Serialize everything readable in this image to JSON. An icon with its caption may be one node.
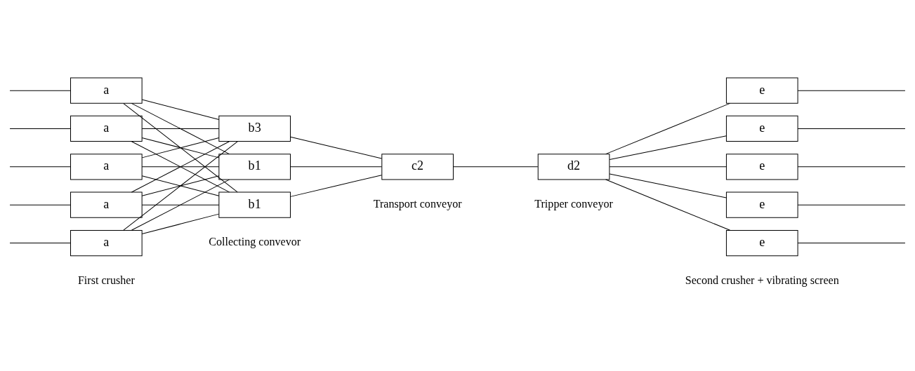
{
  "diagram": {
    "nodes": [
      {
        "text": [
          "a"
        ]
      },
      {
        "text": [
          "a"
        ]
      },
      {
        "text": [
          "a"
        ]
      },
      {
        "text": [
          "a"
        ]
      },
      {
        "text": [
          "a"
        ]
      },
      {
        "text": [
          "b1"
        ]
      },
      {
        "text": [
          "b1"
        ]
      },
      {
        "text": [
          "b3"
        ]
      },
      {
        "text": [
          "c2"
        ],
        "beside": [
          "Transport conveyor"
        ]
      },
      {
        "text": [
          "d2"
        ],
        "beside": [
          "Tripper conveyor"
        ]
      },
      {
        "text": [
          "e"
        ]
      },
      {
        "text": [
          "e"
        ]
      },
      {
        "text": [
          "e"
        ]
      },
      {
        "text": [
          "e"
        ]
      },
      {
        "text": [
          "e"
        ]
      }
    ],
    "edges": [
      {
        "from": null,
        "to": 0,
        "arrow": "none"
      },
      {
        "from": null,
        "to": 1,
        "arrow": "none"
      },
      {
        "from": null,
        "to": 2,
        "arrow": "none"
      },
      {
        "from": null,
        "to": 3,
        "arrow": "none"
      },
      {
        "from": null,
        "to": 4,
        "arrow": "none"
      },
      {
        "from": 0,
        "to": 5,
        "arrow": "none"
      },
      {
        "from": 0,
        "to": 6,
        "arrow": "none"
      },
      {
        "from": 0,
        "to": 7,
        "arrow": "none"
      },
      {
        "from": 1,
        "to": 5,
        "arrow": "none"
      },
      {
        "from": 1,
        "to": 6,
        "arrow": "none"
      },
      {
        "from": 1,
        "to": 7,
        "arrow": "none"
      },
      {
        "from": 2,
        "to": 5,
        "arrow": "none"
      },
      {
        "from": 2,
        "to": 6,
        "arrow": "none"
      },
      {
        "from": 2,
        "to": 7,
        "arrow": "none"
      },
      {
        "from": 3,
        "to": 5,
        "arrow": "none"
      },
      {
        "from": 3,
        "to": 6,
        "arrow": "none"
      },
      {
        "from": 3,
        "to": 7,
        "arrow": "none"
      },
      {
        "from": 4,
        "to": 5,
        "arrow": "none"
      },
      {
        "from": 4,
        "to": 6,
        "arrow": "none"
      },
      {
        "from": 4,
        "to": 7,
        "arrow": "none"
      },
      {
        "from": 5,
        "to": 8,
        "arrow": "none"
      },
      {
        "from": 6,
        "to": 8,
        "arrow": "none"
      },
      {
        "from": 7,
        "to": 8,
        "arrow": "none"
      },
      {
        "from": 8,
        "to": 9,
        "arrow": "none"
      },
      {
        "from": 9,
        "to": 10,
        "arrow": "none"
      },
      {
        "from": 9,
        "to": 11,
        "arrow": "none"
      },
      {
        "from": 9,
        "to": 12,
        "arrow": "none"
      },
      {
        "from": 9,
        "to": 13,
        "arrow": "none"
      },
      {
        "from": 9,
        "to": 14,
        "arrow": "none"
      },
      {
        "from": 10,
        "to": null,
        "arrow": "none"
      },
      {
        "from": 11,
        "to": null,
        "arrow": "none"
      },
      {
        "from": 12,
        "to": null,
        "arrow": "none"
      },
      {
        "from": 13,
        "to": null,
        "arrow": "none"
      },
      {
        "from": 14,
        "to": null,
        "arrow": "none"
      }
    ],
    "labels": [
      "First crusher",
      "Collecting convevor",
      "Second crusher + vibrating screen"
    ]
  }
}
